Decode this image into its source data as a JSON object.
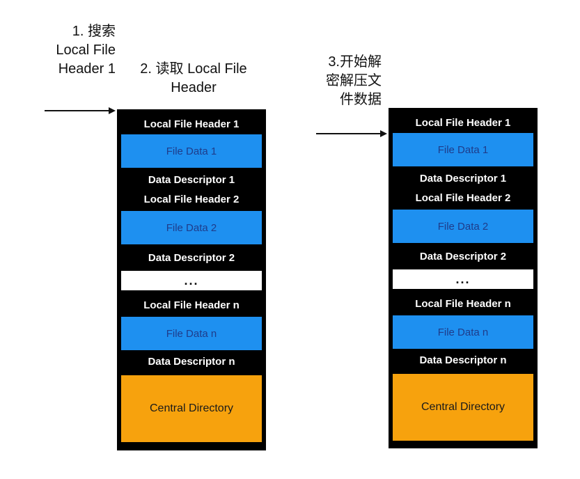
{
  "labels": {
    "search": "1. 搜索\nLocal File\nHeader 1",
    "read": "2. 读取 Local File\nHeader",
    "decompress": "3.开始解\n密解压文\n件数据"
  },
  "stack": {
    "local_header_1": "Local File Header 1",
    "file_data_1": "File Data 1",
    "data_descriptor_1": "Data Descriptor 1",
    "local_header_2": "Local File Header 2",
    "file_data_2": "File Data 2",
    "data_descriptor_2": "Data Descriptor 2",
    "ellipsis": "...",
    "local_header_n": "Local File Header n",
    "file_data_n": "File Data n",
    "data_descriptor_n": "Data Descriptor  n",
    "central_directory": "Central Directory"
  },
  "colors": {
    "stack_bg": "#000000",
    "file_data": "#1e90f0",
    "central_directory": "#f7a20d"
  }
}
